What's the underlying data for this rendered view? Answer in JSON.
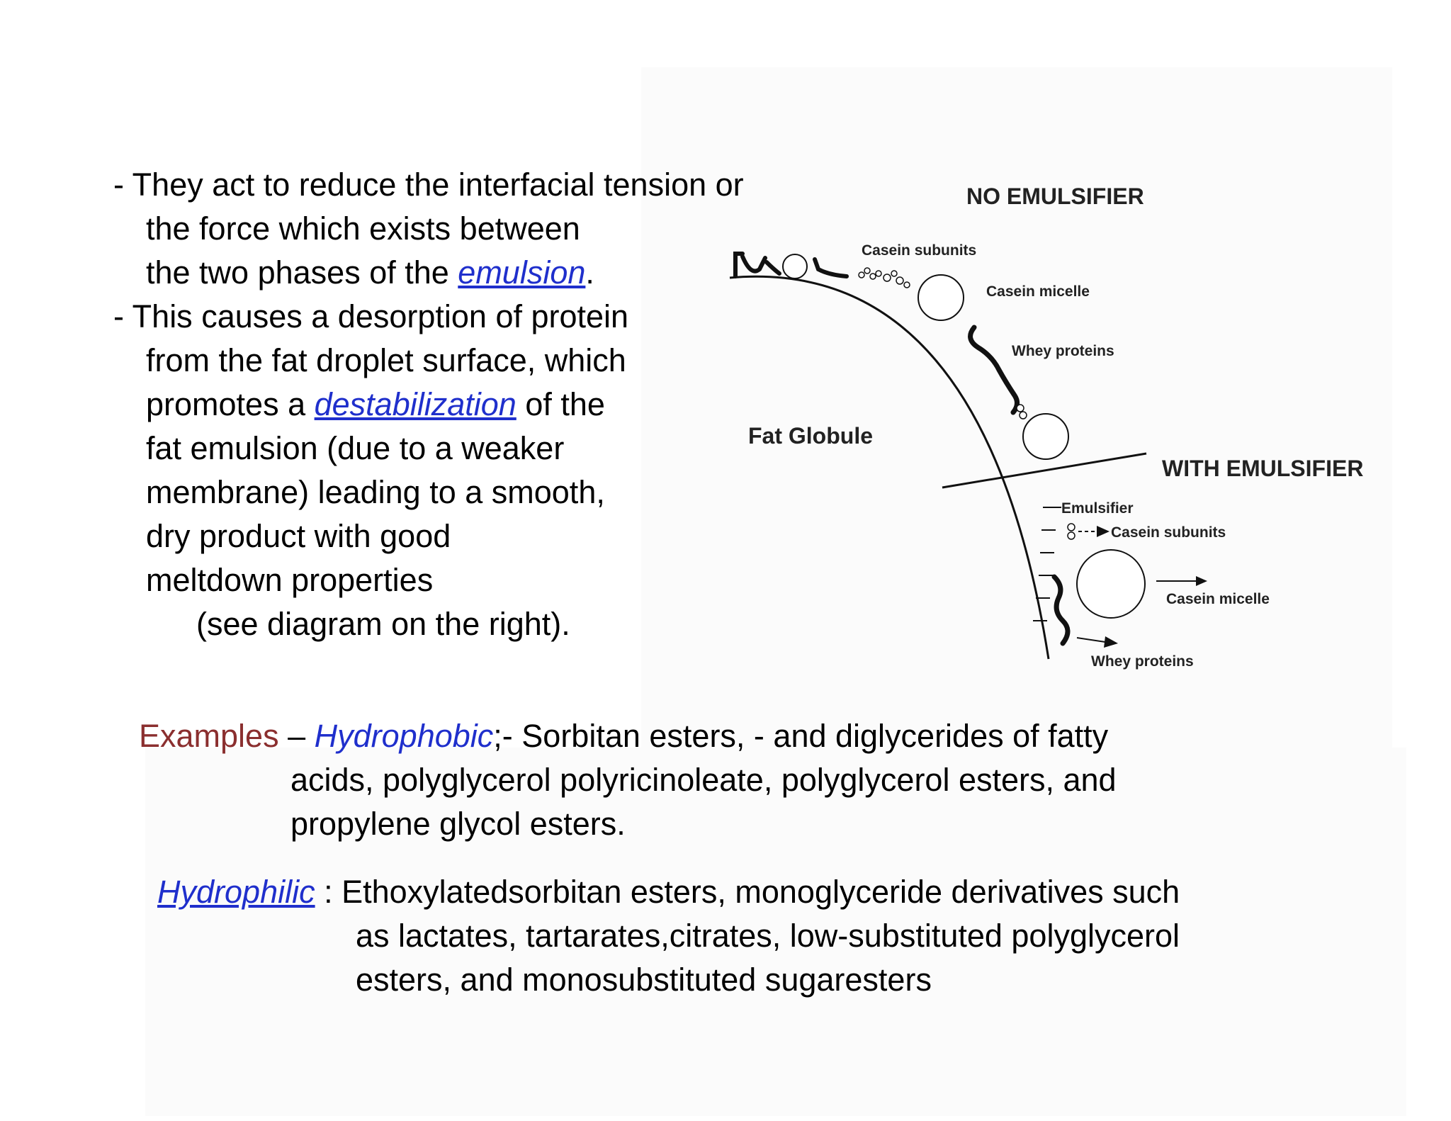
{
  "paragraph": {
    "l1": "- They act to reduce the interfacial tension or",
    "l2": "the force which exists between",
    "l3a": "the two phases of the ",
    "l3link": "emulsion",
    "l3b": ".",
    "l4": "- This causes a desorption of protein",
    "l5": "from the fat droplet surface, which",
    "l6a": "promotes a ",
    "l6link": "destabilization",
    "l6b": " of the",
    "l7": "fat emulsion (due to a weaker",
    "l8": "membrane) leading to a smooth,",
    "l9": "dry product with good",
    "l10": "meltdown properties",
    "l11": "(see diagram on the right)."
  },
  "examples": {
    "label": "Examples",
    "dash": " – ",
    "hydrophobic_term": "Hydrophobic",
    "l1": ";- Sorbitan esters, - and diglycerides of fatty",
    "l2": "acids, polyglycerol polyricinoleate, polyglycerol esters, and",
    "l3": "propylene glycol esters."
  },
  "hydrophilic": {
    "term": "Hydrophilic",
    "l1": " : Ethoxylatedsorbitan esters, monoglyceride derivatives such",
    "l2": "as lactates, tartarates,citrates, low-substituted polyglycerol",
    "l3": "esters, and monosubstituted sugaresters"
  },
  "diagram": {
    "no_emulsifier": "NO EMULSIFIER",
    "with_emulsifier": "WITH EMULSIFIER",
    "fat_globule": "Fat Globule",
    "casein_subunits_top": "Casein subunits",
    "casein_micelle_top": "Casein micelle",
    "whey_proteins_top": "Whey proteins",
    "emulsifier": "Emulsifier",
    "casein_subunits_bottom": "Casein subunits",
    "casein_micelle_bottom": "Casein micelle",
    "whey_proteins_bottom": "Whey proteins"
  }
}
